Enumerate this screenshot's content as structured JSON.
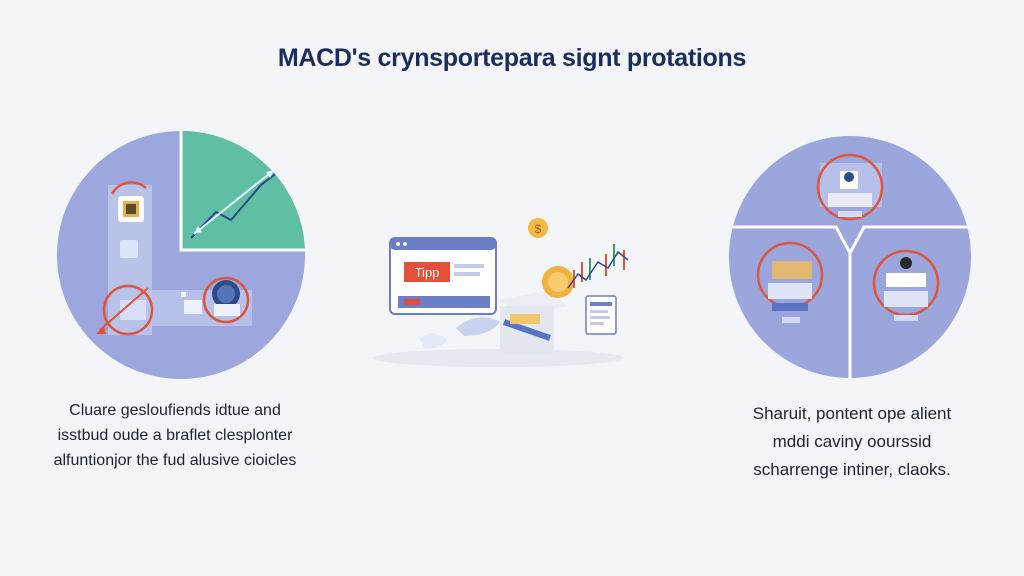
{
  "title": "MACD's crynsportepara signt protations",
  "left_caption": {
    "lines": [
      "Cluare gesloufiends idtue and",
      "isstbud oude a braflet clesplonter",
      "alfuntionjor the fud alusive cioicles"
    ]
  },
  "center_illustration": {
    "tag_label": "Tipp",
    "coin_symbol": "$"
  },
  "right_caption": {
    "lines": [
      "Sharuit, pontent ope alient",
      "mddi caviny oourssid",
      "scharrenge intiner, claoks."
    ]
  },
  "colors": {
    "circle": "#9aa6dc",
    "teal": "#5fbfa4",
    "accent_red": "#e0553a",
    "navy": "#1c2c5b",
    "background": "#f3f5f9"
  }
}
